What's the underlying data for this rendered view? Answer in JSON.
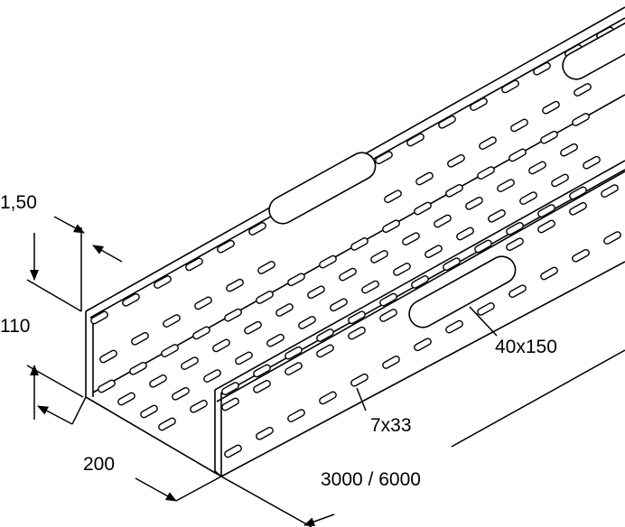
{
  "drawing": {
    "title": "Cable tray dimensional drawing",
    "dimensions": {
      "sheet_thickness": "1,50",
      "height": "110",
      "width": "200",
      "length": "3000 / 6000",
      "small_slot": "7x33",
      "large_slot": "40x150"
    }
  }
}
